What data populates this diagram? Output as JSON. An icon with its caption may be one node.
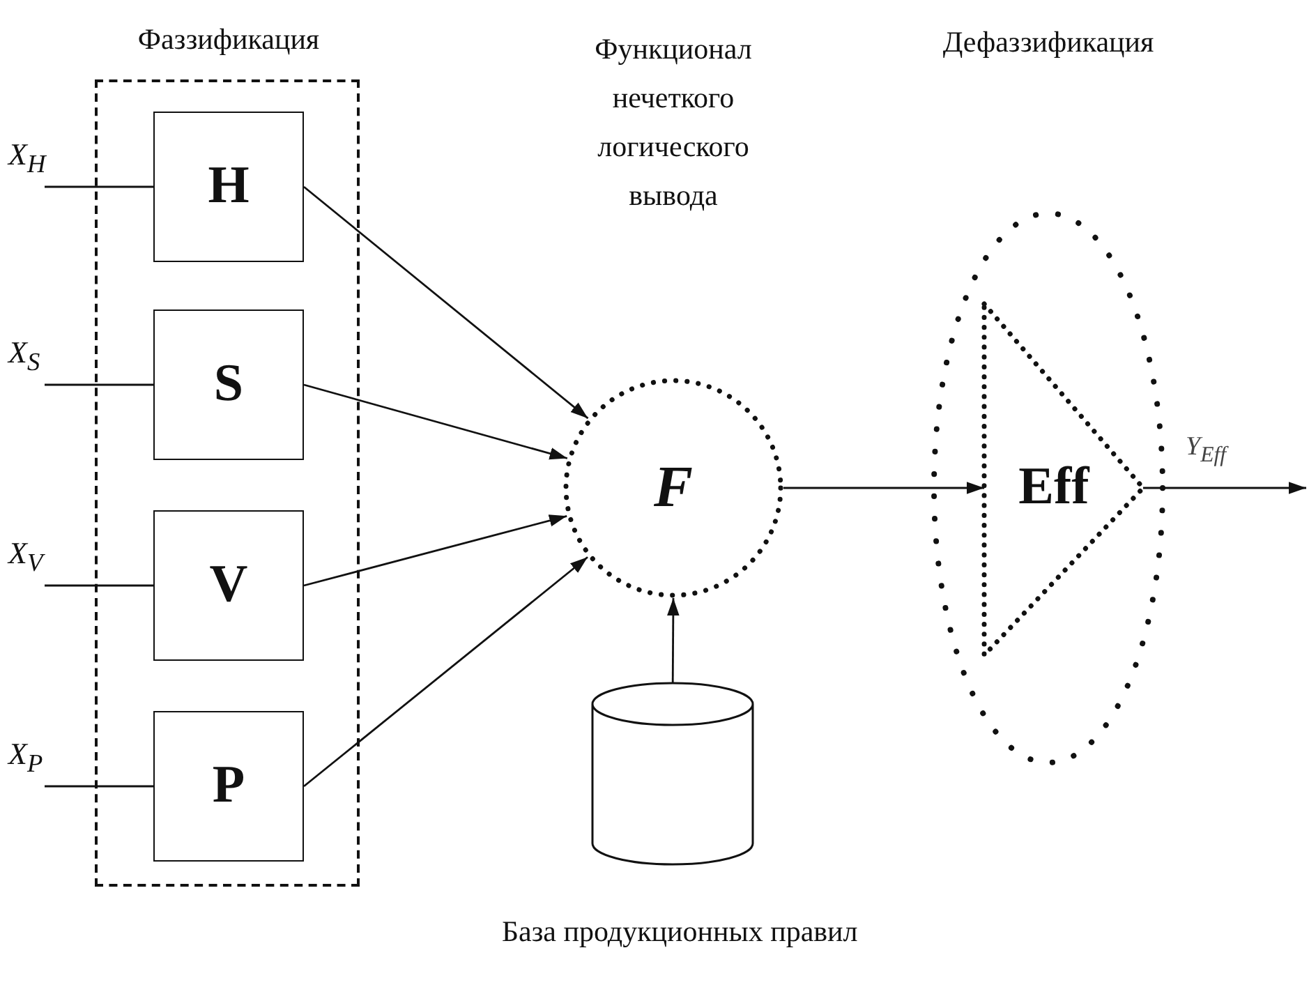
{
  "diagram": {
    "nodes": [
      {
        "text": [
          "Фаззификация"
        ]
      },
      {
        "text": [
          "H"
        ],
        "in": 0
      },
      {
        "text": [
          "S"
        ],
        "in": 0
      },
      {
        "text": [
          "V"
        ],
        "in": 0
      },
      {
        "text": [
          "P"
        ],
        "in": 0
      },
      {
        "text": [
          "F"
        ]
      },
      {
        "text": [
          "База продукционных правил"
        ]
      },
      {
        "text": [],
        "shape": "ellipse"
      },
      {
        "text": [
          "Eff"
        ],
        "in": 7
      },
      {
        "text": [
          "X$_{H}$"
        ]
      },
      {
        "text": [
          "X$_{S}$"
        ]
      },
      {
        "text": [
          "X$_{V}$"
        ]
      },
      {
        "text": [
          "X$_{P}$"
        ]
      }
    ],
    "edges": [
      {
        "from": 9,
        "to": 1,
        "arrow": "none"
      },
      {
        "from": 10,
        "to": 2,
        "arrow": "none"
      },
      {
        "from": 11,
        "to": 3,
        "arrow": "none"
      },
      {
        "from": 12,
        "to": 4,
        "arrow": "none"
      },
      {
        "from": 1,
        "to": 5,
        "arrow": "to"
      },
      {
        "from": 2,
        "to": 5,
        "arrow": "to"
      },
      {
        "from": 3,
        "to": 5,
        "arrow": "to"
      },
      {
        "from": 4,
        "to": 5,
        "arrow": "to"
      },
      {
        "from": 5,
        "to": 6,
        "arrow": "both"
      },
      {
        "from": 5,
        "to": 8,
        "arrow": "to"
      },
      {
        "from": 8,
        "to": null,
        "arrow": "to",
        "label": "Y$_{Eff}$"
      }
    ],
    "labels": [
      "Функционал нечеткого логического вывода",
      "Дефаззификация"
    ]
  }
}
